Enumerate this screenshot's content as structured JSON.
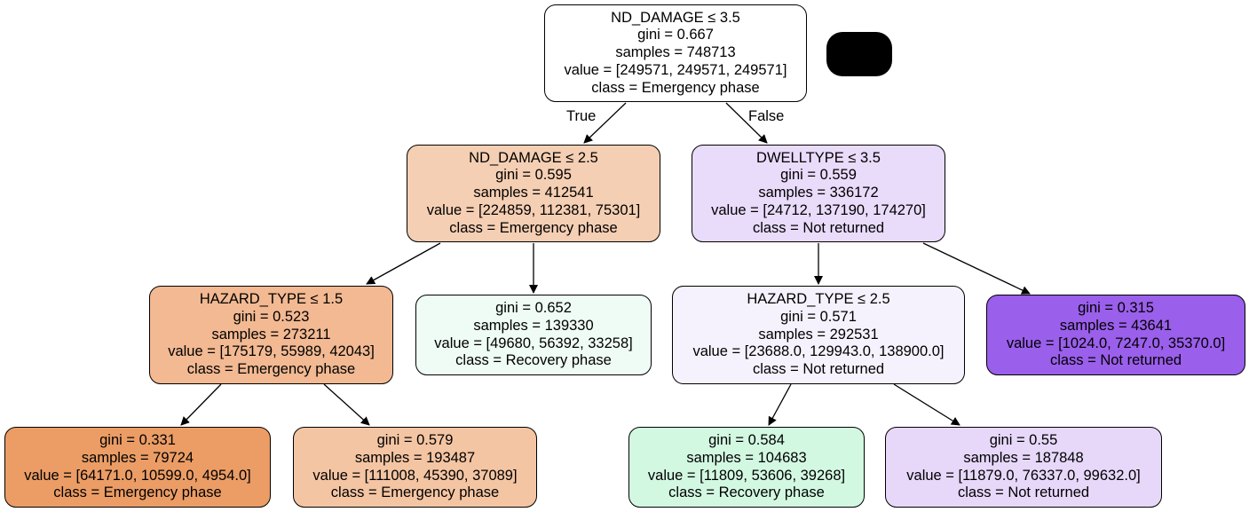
{
  "nodes": {
    "root": {
      "split": "ND_DAMAGE ≤ 3.5",
      "gini": "gini = 0.667",
      "samples": "samples = 748713",
      "value": "value = [249571, 249571, 249571]",
      "class": "class = Emergency phase",
      "color": "#ffffff"
    },
    "l": {
      "split": "ND_DAMAGE ≤ 2.5",
      "gini": "gini = 0.595",
      "samples": "samples = 412541",
      "value": "value = [224859, 112381, 75301]",
      "class": "class = Emergency phase",
      "color": "#f5cfb3"
    },
    "r": {
      "split": "DWELLTYPE ≤ 3.5",
      "gini": "gini = 0.559",
      "samples": "samples = 336172",
      "value": "value = [24712, 137190, 174270]",
      "class": "class = Not returned",
      "color": "#e9dbfa"
    },
    "ll": {
      "split": "HAZARD_TYPE ≤ 1.5",
      "gini": "gini = 0.523",
      "samples": "samples = 273211",
      "value": "value = [175179, 55989, 42043]",
      "class": "class = Emergency phase",
      "color": "#f2b992"
    },
    "lr": {
      "gini": "gini = 0.652",
      "samples": "samples = 139330",
      "value": "value = [49680, 56392, 33258]",
      "class": "class = Recovery phase",
      "color": "#effcf5"
    },
    "rl": {
      "split": "HAZARD_TYPE ≤ 2.5",
      "gini": "gini = 0.571",
      "samples": "samples = 292531",
      "value": "value = [23688.0, 129943.0, 138900.0]",
      "class": "class = Not returned",
      "color": "#f6f2fd"
    },
    "rr": {
      "gini": "gini = 0.315",
      "samples": "samples = 43641",
      "value": "value = [1024.0, 7247.0, 35370.0]",
      "class": "class = Not returned",
      "color": "#9a5feb"
    },
    "lll": {
      "gini": "gini = 0.331",
      "samples": "samples = 79724",
      "value": "value = [64171.0, 10599.0, 4954.0]",
      "class": "class = Emergency phase",
      "color": "#eb9d65"
    },
    "llr": {
      "gini": "gini = 0.579",
      "samples": "samples = 193487",
      "value": "value = [111008, 45390, 37089]",
      "class": "class = Emergency phase",
      "color": "#f4c5a3"
    },
    "rll": {
      "gini": "gini = 0.584",
      "samples": "samples = 104683",
      "value": "value = [11809, 53606, 39268]",
      "class": "class = Recovery phase",
      "color": "#d3f8e2"
    },
    "rlr": {
      "gini": "gini = 0.55",
      "samples": "samples = 187848",
      "value": "value = [11879.0, 76337.0, 99632.0]",
      "class": "class = Not returned",
      "color": "#e7d8fa"
    }
  },
  "edge_labels": {
    "true": "True",
    "false": "False"
  }
}
